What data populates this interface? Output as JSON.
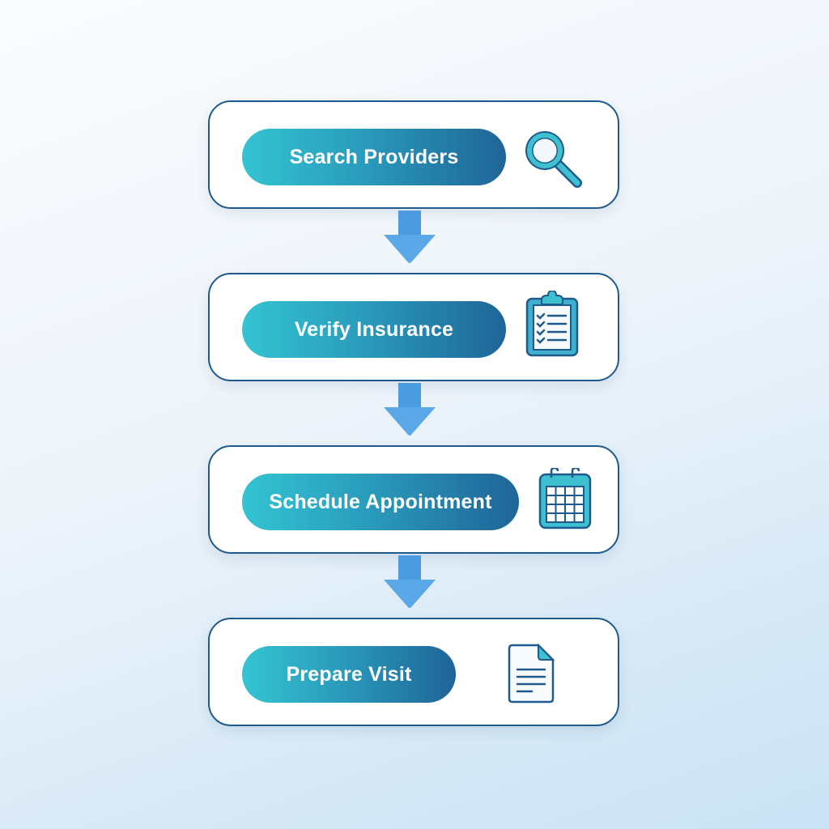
{
  "steps": [
    {
      "label": "Search Providers",
      "icon": "magnifier-icon"
    },
    {
      "label": "Verify Insurance",
      "icon": "clipboard-checklist-icon"
    },
    {
      "label": "Schedule Appointment",
      "icon": "calendar-icon"
    },
    {
      "label": "Prepare Visit",
      "icon": "document-icon"
    }
  ],
  "colors": {
    "border": "#1f5a8c",
    "pill_start": "#33c4d2",
    "pill_end": "#1f6498",
    "arrow": "#5aa8e8",
    "icon_fill": "#3fc0d0"
  }
}
